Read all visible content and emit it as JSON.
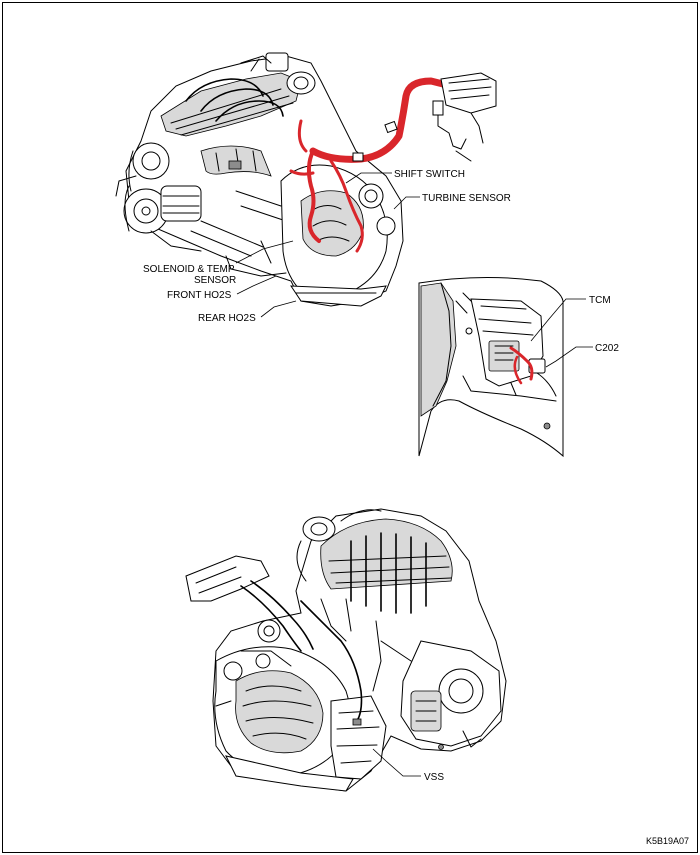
{
  "labels": {
    "shift_switch": "SHIFT SWITCH",
    "turbine_sensor": "TURBINE SENSOR",
    "solenoid_line1": "SOLENOID & TEMP",
    "solenoid_line2": "SENSOR",
    "front_ho2s": "FRONT HO2S",
    "rear_ho2s": "REAR HO2S",
    "tcm": "TCM",
    "c202": "C202",
    "vss": "VSS"
  },
  "figure_code": "K5B19A07",
  "colors": {
    "harness": "#d9262b",
    "line": "#000000",
    "shade": "#d9d9d9",
    "background": "#ffffff"
  }
}
